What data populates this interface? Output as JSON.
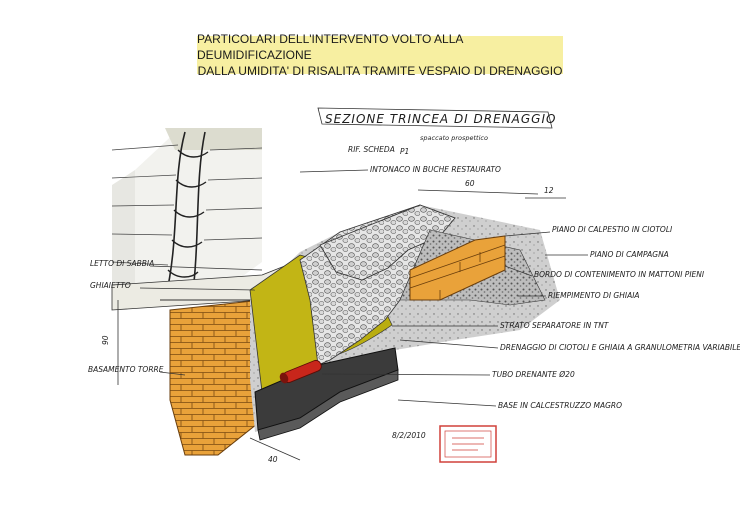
{
  "title": {
    "line1": "PARTICOLARI DELL'INTERVENTO VOLTO ALLA DEUMIDIFICAZIONE",
    "line2": "DALLA UMIDITA' DI RISALITA TRAMITE VESPAIO DI DRENAGGIO"
  },
  "sketch": {
    "heading": "SEZIONE TRINCEA DI DRENAGGIO",
    "subheading": "spaccato prospettico",
    "ref": "RIF. SCHEDA",
    "ref_code": "P1",
    "date": "8/2/2010",
    "dimensions": {
      "width_60": "60",
      "width_12": "12",
      "height_90": "90",
      "base_40": "40"
    },
    "labels_right": [
      "INTONACO IN BUCHE RESTAURATO",
      "PIANO DI CALPESTIO IN CIOTOLI",
      "PIANO DI CAMPAGNA",
      "BORDO DI CONTENIMENTO IN MATTONI PIENI",
      "RIEMPIMENTO DI GHIAIA",
      "STRATO SEPARATORE IN TNT",
      "DRENAGGIO DI CIOTOLI E GHIAIA A GRANULOMETRIA VARIABILE",
      "TUBO DRENANTE Ø20",
      "BASE IN CALCESTRUZZO MAGRO"
    ],
    "labels_left": [
      "LETTO DI SABBIA",
      "GHIAIETTO",
      "BASAMENTO TORRE"
    ]
  },
  "colors": {
    "title_bg": "#f7efa1",
    "brick": "#e9a23a",
    "membrane": "#c2b515",
    "concrete": "#3b3b3b",
    "pipe": "#c8261b",
    "stamp": "#d0403a"
  }
}
